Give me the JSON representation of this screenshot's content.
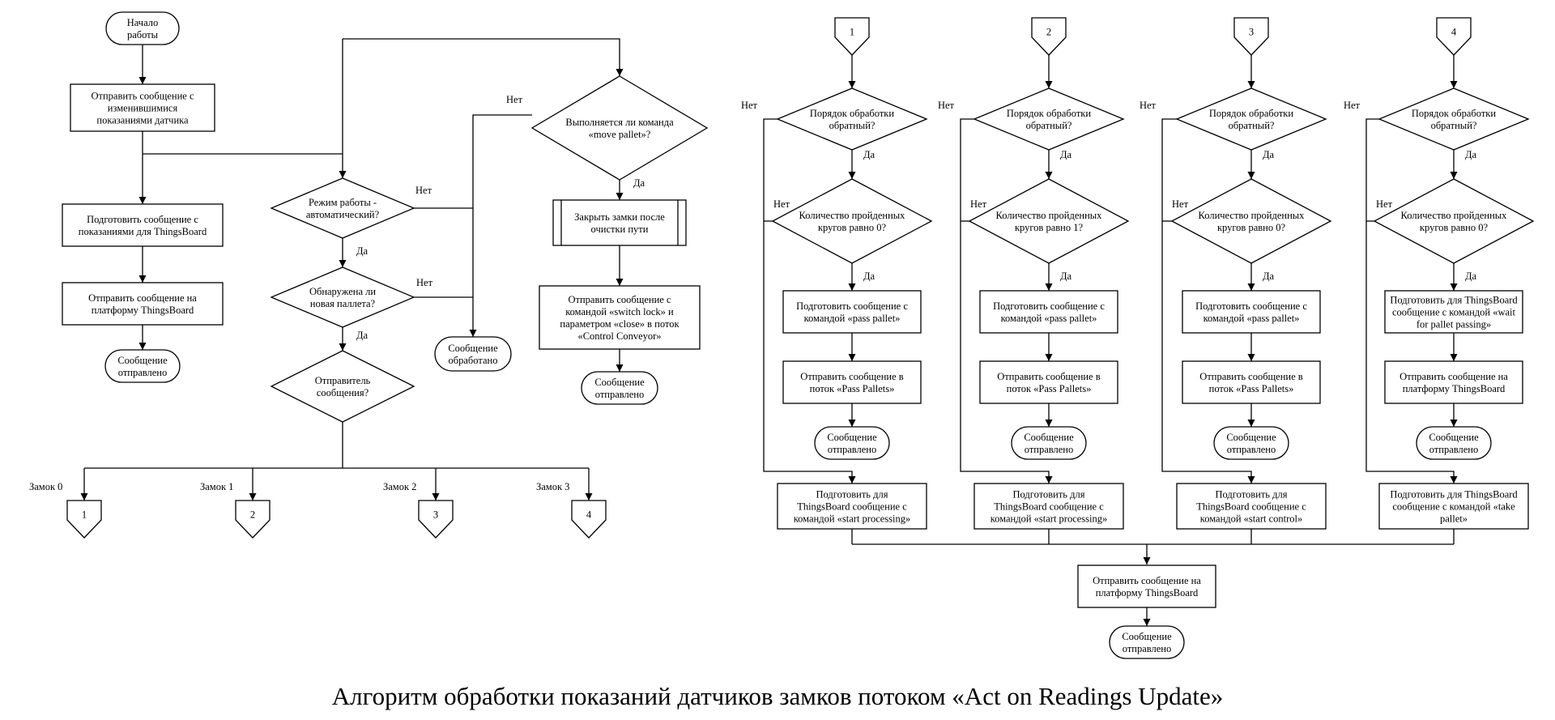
{
  "caption": "Алгоритм обработки показаний датчиков замков потоком «Act on Readings Update»",
  "left": {
    "start": [
      "Начало",
      "работы"
    ],
    "send_changed": [
      "Отправить сообщение с",
      "изменившимися",
      "показаниями датчика"
    ],
    "prepare_tb": [
      "Подготовить сообщение с",
      "показаниями для ThingsBoard"
    ],
    "send_tb": [
      "Отправить сообщение на",
      "платформу ThingsBoard"
    ],
    "sent_a": [
      "Сообщение",
      "отправлено"
    ],
    "mode_auto": [
      "Режим работы -",
      "автоматический?"
    ],
    "new_pallet": [
      "Обнаружена ли",
      "новая паллета?"
    ],
    "sender": [
      "Отправитель",
      "сообщения?"
    ],
    "processed": [
      "Сообщение",
      "обработано"
    ],
    "move_pallet": [
      "Выполняется ли команда",
      "«move pallet»?"
    ],
    "close_locks": [
      "Закрыть замки после",
      "очистки пути"
    ],
    "send_switch": [
      "Отправить сообщение с",
      "командой «switch lock» и",
      "параметром «close» в поток",
      "«Control Conveyor»"
    ],
    "sent_b": [
      "Сообщение",
      "отправлено"
    ],
    "no": "Нет",
    "yes": "Да",
    "locks": [
      "Замок 0",
      "Замок 1",
      "Замок 2",
      "Замок 3"
    ],
    "connectors": [
      "1",
      "2",
      "3",
      "4"
    ]
  },
  "right": {
    "no": "Нет",
    "yes": "Да",
    "columns": [
      {
        "connector": "1",
        "order": [
          "Порядок обработки",
          "обратный?"
        ],
        "laps": [
          "Количество пройденных",
          "кругов равно 0?"
        ],
        "prep": [
          "Подготовить сообщение с",
          "командой «pass pallet»"
        ],
        "send": [
          "Отправить сообщение в",
          "поток «Pass Pallets»"
        ],
        "sent": [
          "Сообщение",
          "отправлено"
        ],
        "final": [
          "Подготовить для",
          "ThingsBoard сообщение с",
          "командой «start processing»"
        ]
      },
      {
        "connector": "2",
        "order": [
          "Порядок обработки",
          "обратный?"
        ],
        "laps": [
          "Количество пройденных",
          "кругов равно 1?"
        ],
        "prep": [
          "Подготовить сообщение с",
          "командой «pass pallet»"
        ],
        "send": [
          "Отправить сообщение в",
          "поток «Pass Pallets»"
        ],
        "sent": [
          "Сообщение",
          "отправлено"
        ],
        "final": [
          "Подготовить для",
          "ThingsBoard сообщение с",
          "командой «start processing»"
        ]
      },
      {
        "connector": "3",
        "order": [
          "Порядок обработки",
          "обратный?"
        ],
        "laps": [
          "Количество пройденных",
          "кругов равно 0?"
        ],
        "prep": [
          "Подготовить сообщение с",
          "командой «pass pallet»"
        ],
        "send": [
          "Отправить сообщение в",
          "поток «Pass Pallets»"
        ],
        "sent": [
          "Сообщение",
          "отправлено"
        ],
        "final": [
          "Подготовить для",
          "ThingsBoard сообщение с",
          "командой «start control»"
        ]
      },
      {
        "connector": "4",
        "order": [
          "Порядок обработки",
          "обратный?"
        ],
        "laps": [
          "Количество пройденных",
          "кругов равно 0?"
        ],
        "prep": [
          "Подготовить для ThingsBoard",
          "сообщение с командой «wait",
          "for pallet passing»"
        ],
        "send": [
          "Отправить сообщение на",
          "платформу ThingsBoard"
        ],
        "sent": [
          "Сообщение",
          "отправлено"
        ],
        "final": [
          "Подготовить для ThingsBoard",
          "сообщение с командой «take",
          "pallet»"
        ]
      }
    ],
    "merge_send": [
      "Отправить сообщение на",
      "платформу ThingsBoard"
    ],
    "merge_sent": [
      "Сообщение",
      "отправлено"
    ]
  }
}
